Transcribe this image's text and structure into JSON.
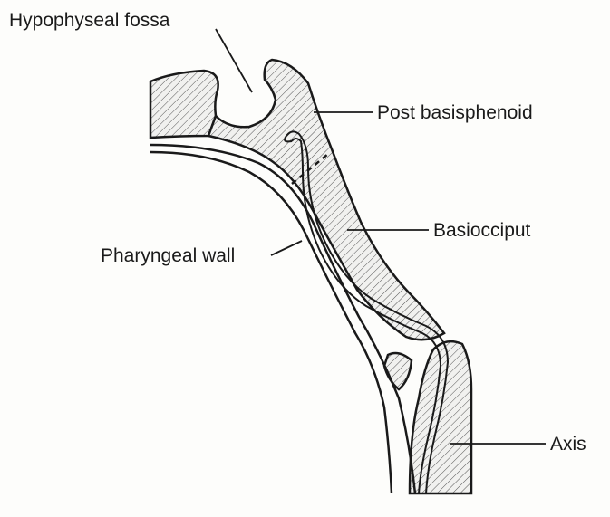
{
  "labels": {
    "hypophyseal_fossa": "Hypophyseal fossa",
    "post_basisphenoid": "Post basisphenoid",
    "basiocciput": "Basiocciput",
    "pharyngeal_wall": "Pharyngeal wall",
    "axis": "Axis"
  },
  "colors": {
    "ink": "#1a1a1a",
    "background": "#fdfdfb",
    "bone_fill": "#ececec"
  }
}
